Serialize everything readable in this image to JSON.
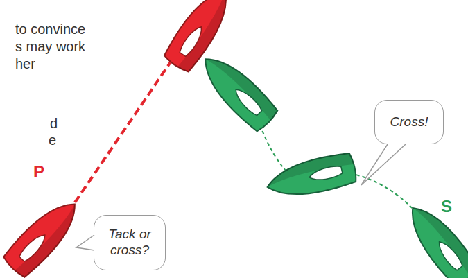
{
  "diagram": {
    "nodes": [
      {
        "text": [
          "Cross!"
        ]
      },
      {
        "text": [
          "Tack or cross?"
        ]
      }
    ],
    "labels": [
      "to convince",
      "s may work",
      "her",
      "d",
      "e",
      "P",
      "S"
    ]
  }
}
